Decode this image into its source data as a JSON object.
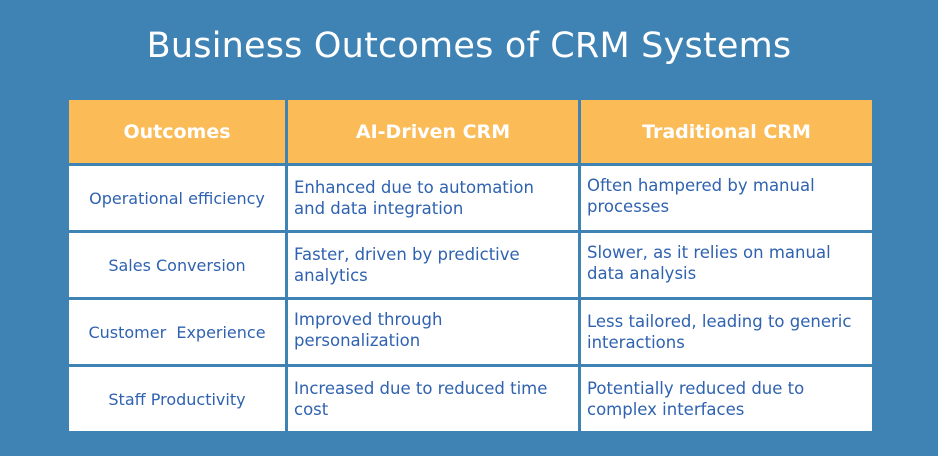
{
  "title": "Business Outcomes of CRM Systems",
  "colors": {
    "background": "#3f82b4",
    "header": "#fbbb57",
    "cell": "#ffffff",
    "cell_text": "#2f62b0"
  },
  "table": {
    "headers": [
      "Outcomes",
      "AI-Driven CRM",
      "Traditional CRM"
    ],
    "rows": [
      [
        "Operational efficiency",
        "Enhanced due to automation and data integration",
        "Often hampered by manual processes"
      ],
      [
        "Sales Conversion",
        "Faster, driven by predictive analytics",
        "Slower, as it relies on manual data analysis"
      ],
      [
        "Customer  Experience",
        "Improved through personalization",
        "Less tailored, leading to generic interactions"
      ],
      [
        "Staff Productivity",
        "Increased due to reduced time cost",
        "Potentially reduced due to complex interfaces"
      ]
    ]
  }
}
